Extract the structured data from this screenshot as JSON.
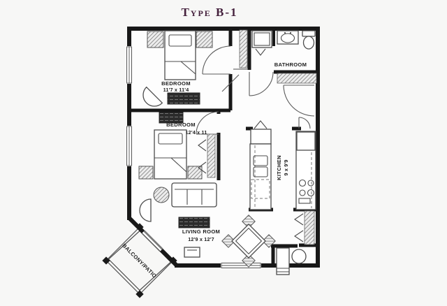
{
  "title": "Type B-1",
  "colors": {
    "title_plum": "#44203c",
    "wall_black": "#181818",
    "paper": "#f7f7f6",
    "floor_white": "#fdfdfd"
  },
  "rooms": {
    "bedroom1": {
      "name": "BEDROOM",
      "dims": "11'7 x 11'4"
    },
    "bedroom2": {
      "name": "BEDROOM",
      "dims": "12'4 x 11"
    },
    "bathroom": {
      "name": "BATHROOM"
    },
    "kitchen": {
      "name": "KITCHEN",
      "dims": "9 x 9'9"
    },
    "living": {
      "name": "LIVING ROOM",
      "dims": "12'9 x 12'7"
    },
    "balcony": {
      "name": "BALCONY/PATIO"
    }
  }
}
